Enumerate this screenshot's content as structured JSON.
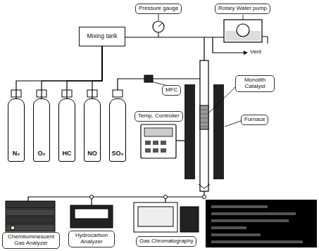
{
  "diagram": {
    "nodes": [
      {
        "text": [
          "Pressure gauge"
        ]
      },
      {
        "text": [
          "Rotary Water pump"
        ]
      },
      {
        "text": [
          "Mixing tank"
        ]
      },
      {
        "text": [
          "N₂"
        ]
      },
      {
        "text": [
          "O₂"
        ]
      },
      {
        "text": [
          "HC"
        ]
      },
      {
        "text": [
          "NO"
        ]
      },
      {
        "text": [
          "SO₂"
        ]
      },
      {
        "text": [
          "MFC"
        ]
      },
      {
        "text": [
          "Monolith Catalyst"
        ]
      },
      {
        "text": [
          "Furnace"
        ]
      },
      {
        "text": [
          "Temp. Controller"
        ]
      },
      {
        "text": [
          "Chemiluminescent Gas Analyzer"
        ]
      },
      {
        "text": [
          "Hydrocarbon Analyzer"
        ]
      },
      {
        "text": [
          "Gas Chromatography"
        ]
      }
    ],
    "edges": [
      {
        "from": 3,
        "to": 2,
        "arrow": "none"
      },
      {
        "from": 4,
        "to": 2,
        "arrow": "none"
      },
      {
        "from": 5,
        "to": 2,
        "arrow": "none"
      },
      {
        "from": 6,
        "to": 2,
        "arrow": "none"
      }
    ],
    "labels": [
      "Vent"
    ]
  }
}
